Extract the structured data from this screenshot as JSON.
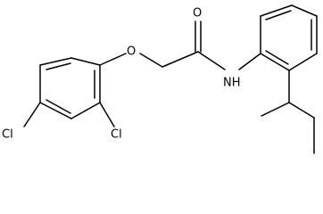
{
  "molecule": {
    "atom_labels": {
      "oxygen_ether": "O",
      "oxygen_carbonyl": "O",
      "nitrogen_amide": "NH",
      "chlorine_ortho": "Cl",
      "chlorine_para": "Cl"
    },
    "colors": {
      "bond": "#000000",
      "label": "#000000",
      "background": "#ffffff"
    }
  }
}
